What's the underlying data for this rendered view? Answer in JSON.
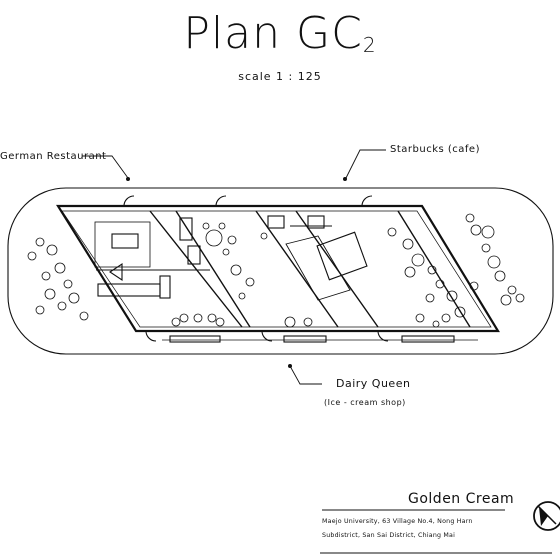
{
  "title": {
    "main": "Plan GC",
    "subscript": "2"
  },
  "scale": "scale  1 : 125",
  "labels": {
    "german": "German Restaurant",
    "starbucks": "Starbucks (cafe)",
    "dairy_queen": "Dairy Queen",
    "dairy_queen_sub": "(Ice - cream shop)"
  },
  "title_block": {
    "name": "Golden Cream",
    "address_line1": "Maejo University, 63 Village No.4, Nong Harn",
    "address_line2": "Subdistrict, San Sai District, Chiang Mai"
  },
  "icons": [
    "north-arrow-icon"
  ]
}
